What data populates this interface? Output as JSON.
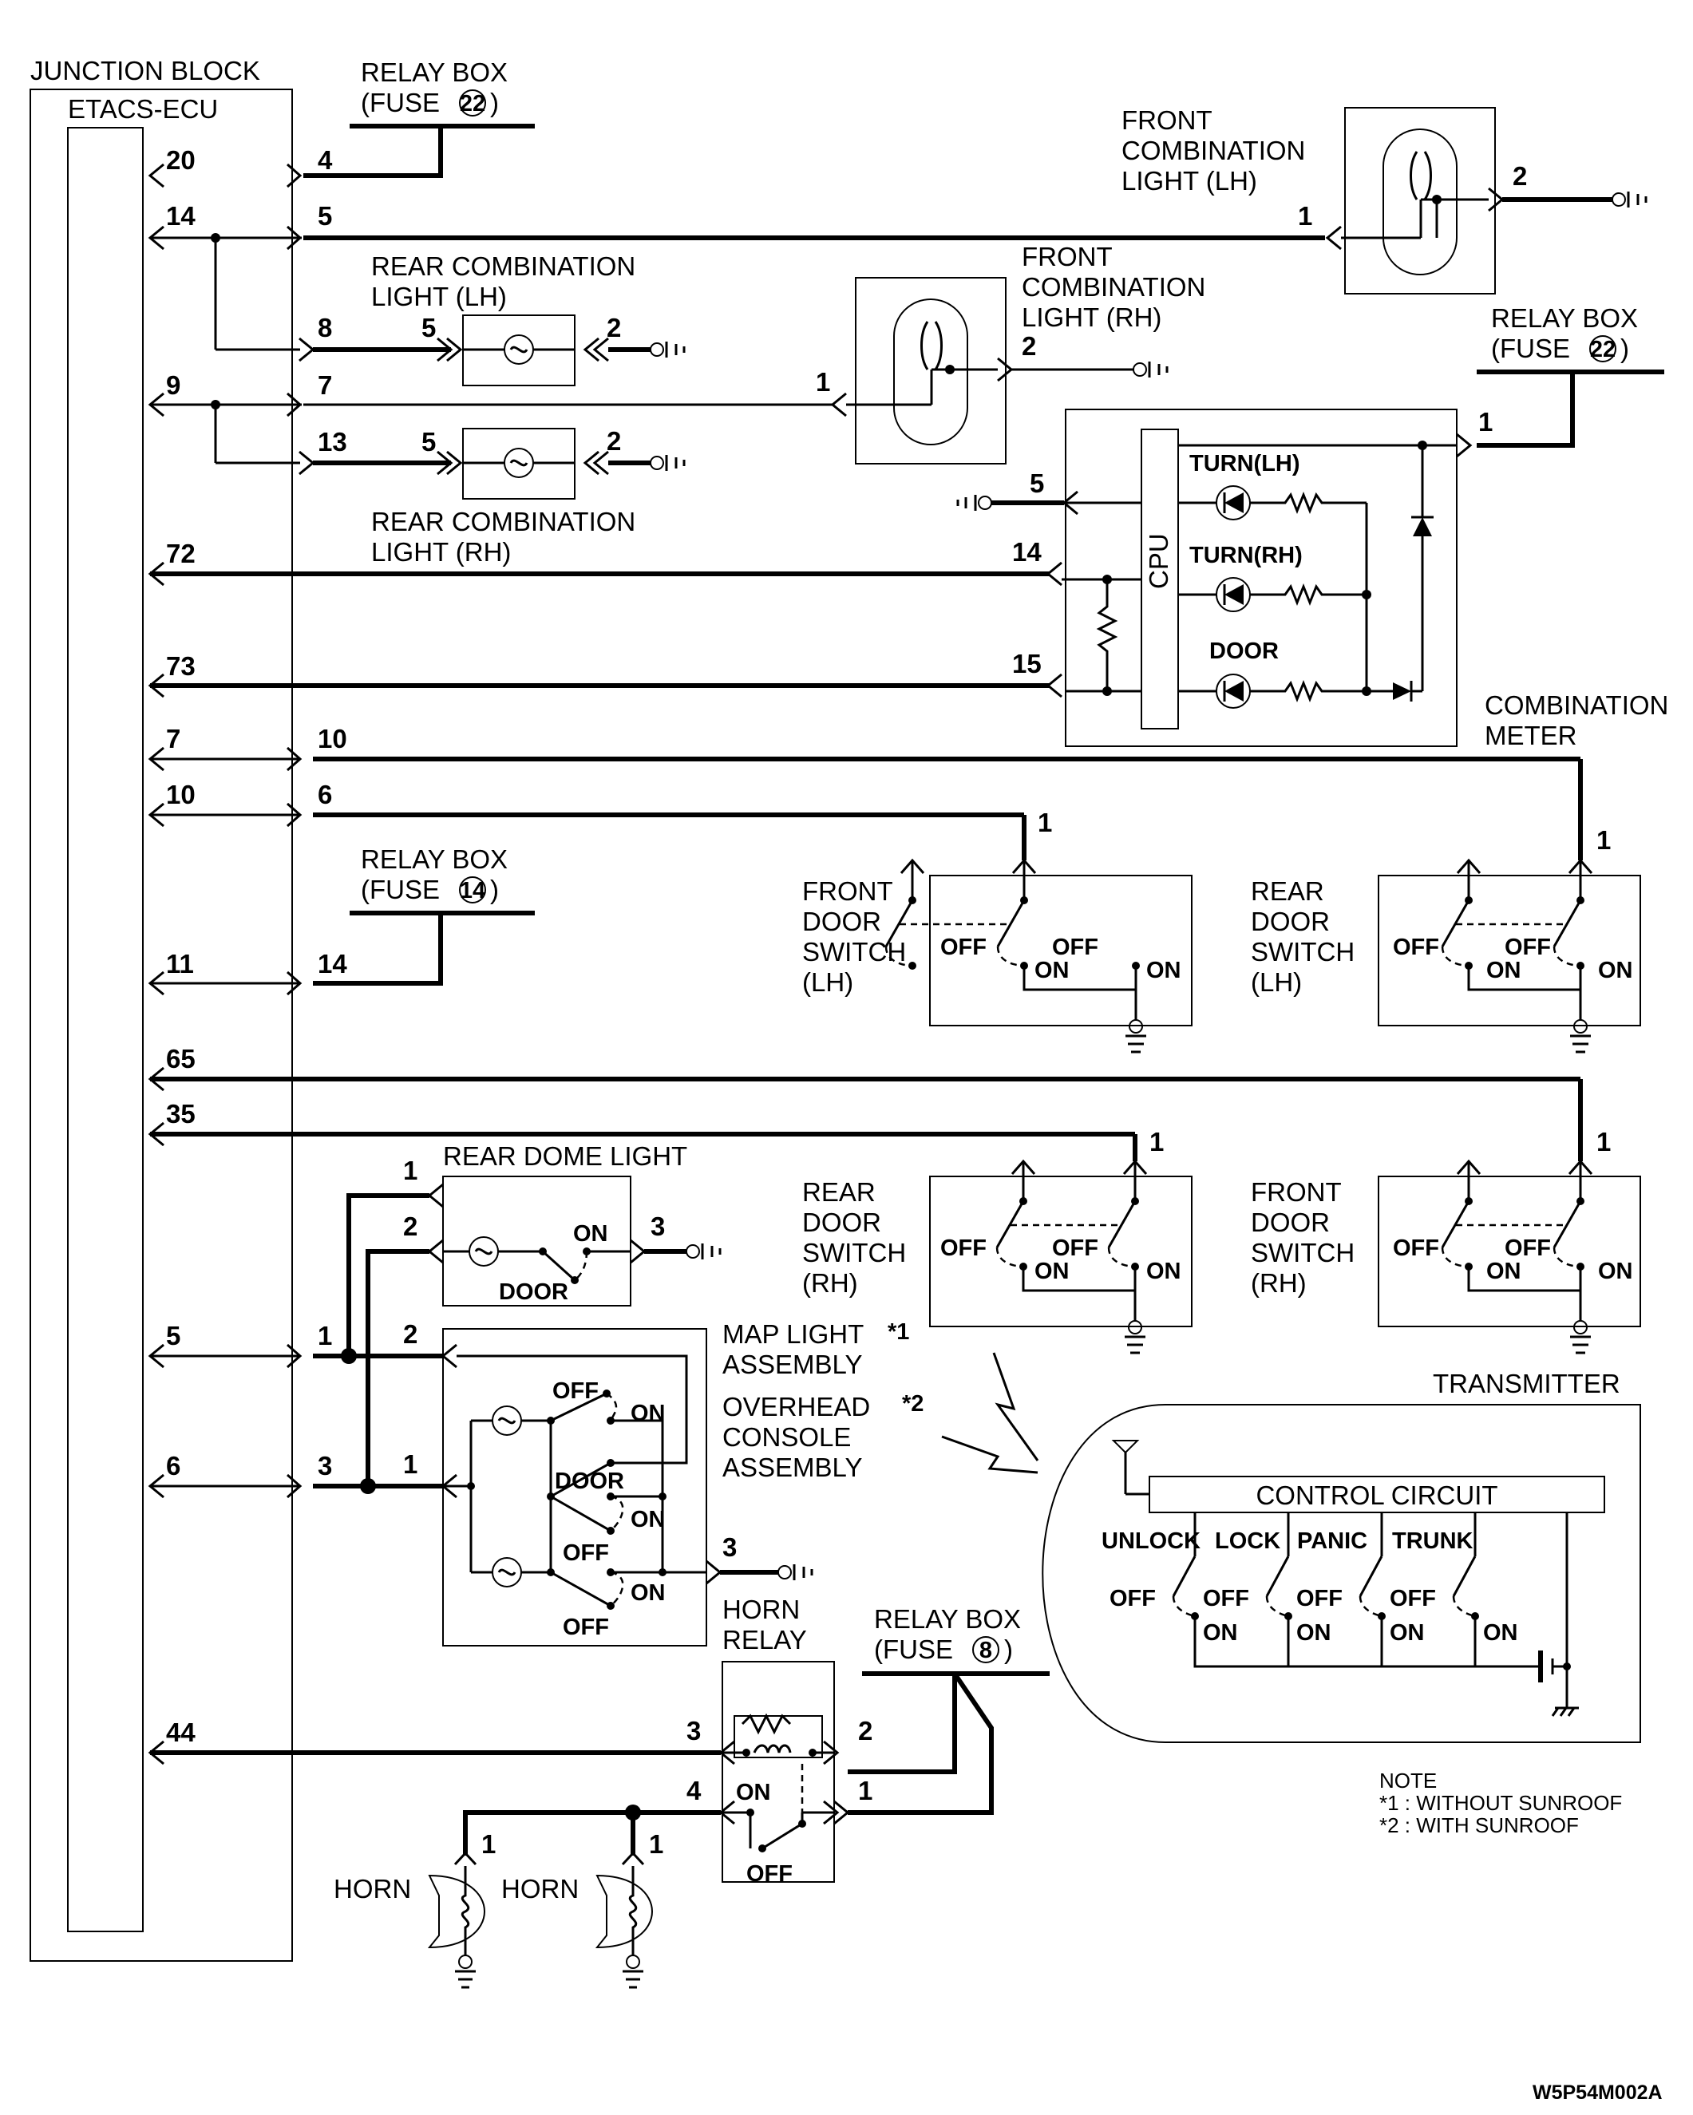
{
  "labels": {
    "junction_block": "JUNCTION BLOCK",
    "etacs_ecu": "ETACS-ECU",
    "relay_box": "RELAY BOX",
    "fuse_22": "(FUSE",
    "fuse_22_num": "22",
    "fuse_14_num": "14",
    "fuse_8_num": "8",
    "close_paren": ")",
    "front_comb_lh": [
      "FRONT",
      "COMBINATION",
      "LIGHT (LH)"
    ],
    "front_comb_rh": [
      "FRONT",
      "COMBINATION",
      "LIGHT (RH)"
    ],
    "rear_comb_lh": [
      "REAR COMBINATION",
      "LIGHT (LH)"
    ],
    "rear_comb_rh": [
      "REAR COMBINATION",
      "LIGHT (RH)"
    ],
    "combination_meter": [
      "COMBINATION",
      "METER"
    ],
    "cpu": "CPU",
    "turn_lh": "TURN(LH)",
    "turn_rh": "TURN(RH)",
    "door": "DOOR",
    "front_door_sw_lh": [
      "FRONT",
      "DOOR",
      "SWITCH",
      "(LH)"
    ],
    "rear_door_sw_lh": [
      "REAR",
      "DOOR",
      "SWITCH",
      "(LH)"
    ],
    "rear_door_sw_rh": [
      "REAR",
      "DOOR",
      "SWITCH",
      "(RH)"
    ],
    "front_door_sw_rh": [
      "FRONT",
      "DOOR",
      "SWITCH",
      "(RH)"
    ],
    "rear_dome_light": "REAR DOME LIGHT",
    "map_light": [
      "MAP LIGHT",
      "ASSEMBLY"
    ],
    "overhead_console": [
      "OVERHEAD",
      "CONSOLE",
      "ASSEMBLY"
    ],
    "star1": "*1",
    "star2": "*2",
    "transmitter": "TRANSMITTER",
    "control_circuit": "CONTROL CIRCUIT",
    "unlock": "UNLOCK",
    "lock": "LOCK",
    "panic": "PANIC",
    "trunk": "TRUNK",
    "off": "OFF",
    "on": "ON",
    "horn_relay": [
      "HORN",
      "RELAY"
    ],
    "horn": "HORN",
    "note_title": "NOTE",
    "note_1": "*1 : WITHOUT SUNROOF",
    "note_2": "*2 : WITH SUNROOF",
    "figure_code": "W5P54M002A"
  },
  "ecu_pins": {
    "p20": "20",
    "p14": "14",
    "p9": "9",
    "p72": "72",
    "p73": "73",
    "p7": "7",
    "p10": "10",
    "p11": "11",
    "p65": "65",
    "p35": "35",
    "p5": "5",
    "p6": "6",
    "p44": "44"
  },
  "jb_pins": {
    "j4": "4",
    "j5": "5",
    "j8": "8",
    "j7": "7",
    "j13": "13",
    "j10": "10",
    "j6": "6",
    "j14": "14",
    "j1": "1",
    "j3": "3"
  },
  "pins": {
    "one": "1",
    "two": "2",
    "three": "3",
    "four": "4",
    "five": "5",
    "fourteen": "14",
    "fifteen": "15"
  }
}
